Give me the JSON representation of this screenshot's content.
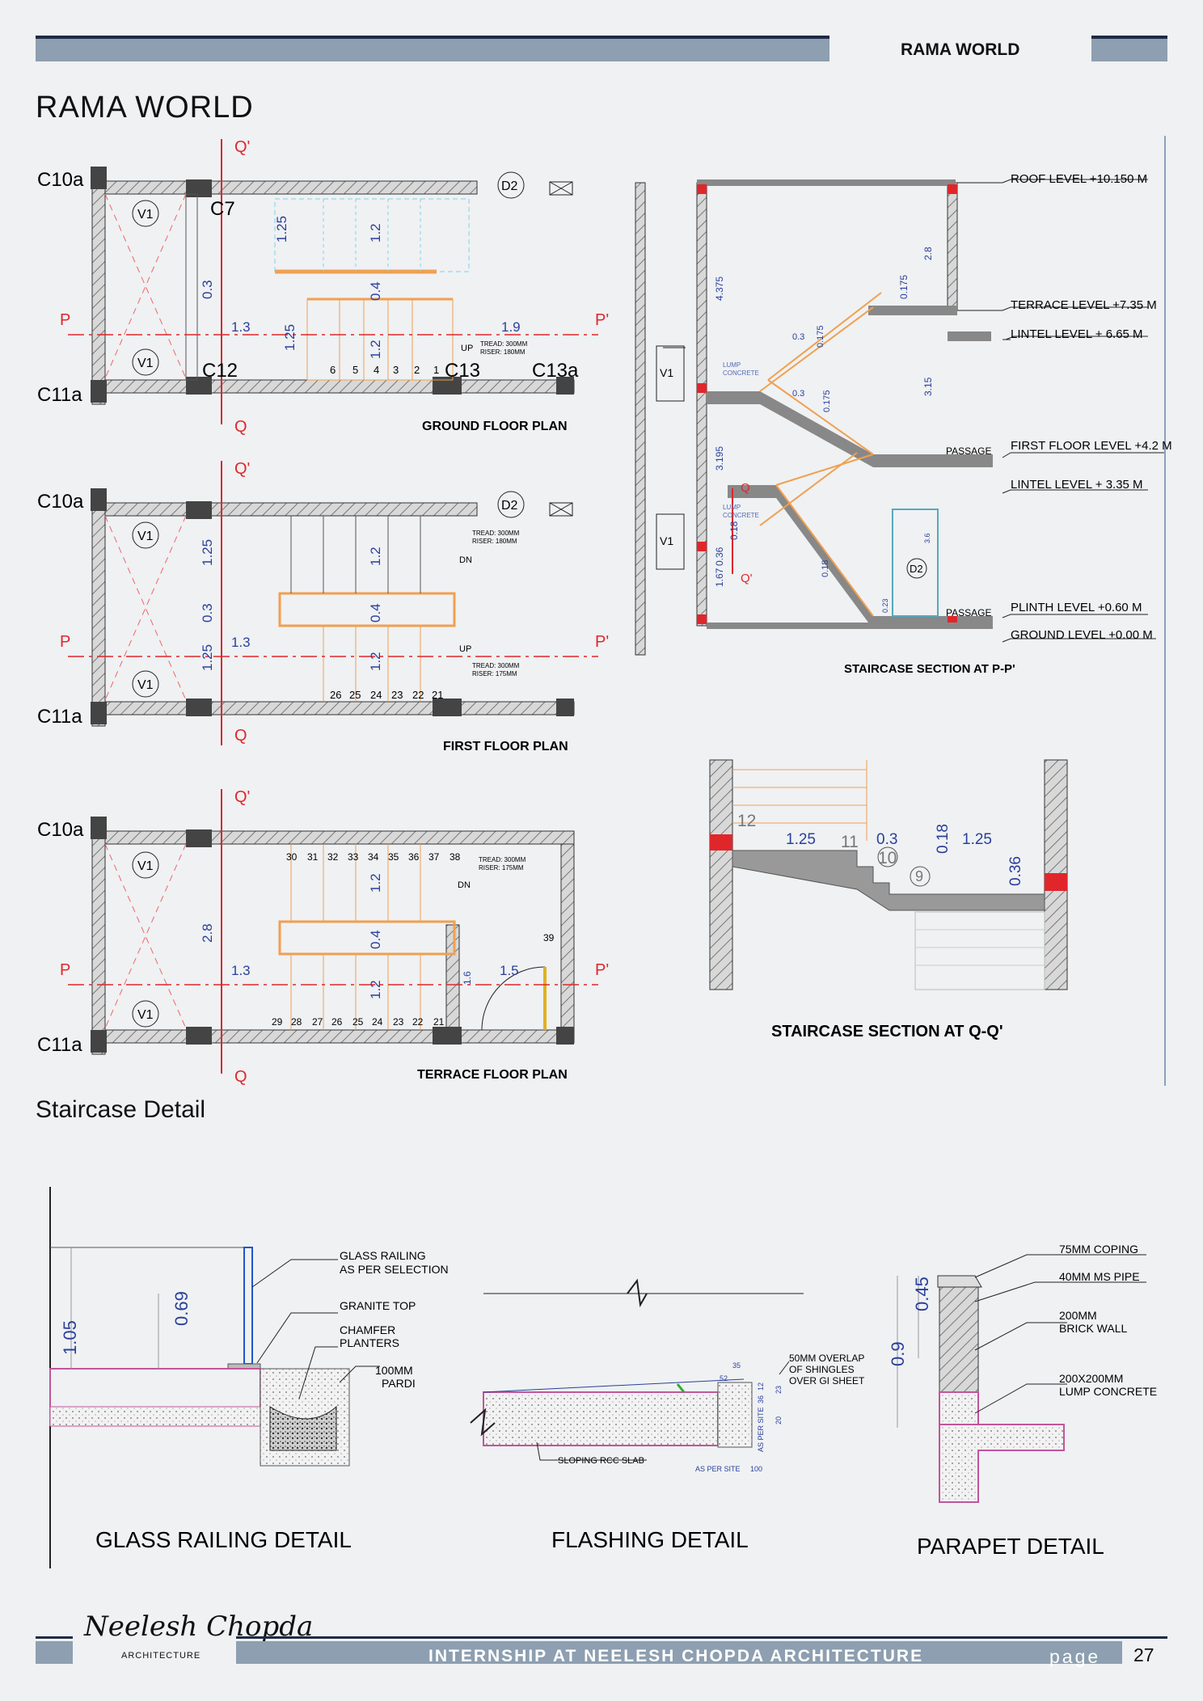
{
  "header": {
    "title": "RAMA WORLD"
  },
  "page_title": "RAMA WORLD",
  "section_title": "Staircase Detail",
  "plans": [
    {
      "title": "GROUND FLOOR PLAN",
      "stair_note": "UP",
      "tread_riser": [
        "TREAD: 300MM",
        "RISER: 180MM"
      ],
      "dims": [
        "1.3",
        "1.9",
        "1.25",
        "1.2",
        "0.3",
        "0.4",
        "1.25",
        "1.2"
      ],
      "column_tags": [
        "C10a",
        "C11a",
        "C7",
        "C12",
        "C13",
        "C13a"
      ],
      "step_numbers": [
        "6",
        "5",
        "4",
        "3",
        "2",
        "1"
      ]
    },
    {
      "title": "FIRST FLOOR PLAN",
      "stair_note": "UP",
      "stair_note_dn": "DN",
      "tread_riser_top": [
        "TREAD: 300MM",
        "RISER: 180MM"
      ],
      "tread_riser": [
        "TREAD: 300MM",
        "RISER: 175MM"
      ],
      "dims": [
        "1.3",
        "1.25",
        "0.3",
        "1.25",
        "1.2",
        "0.4",
        "1.2"
      ],
      "column_tags": [
        "C10a",
        "C11a"
      ],
      "step_numbers": [
        "26",
        "25",
        "24",
        "23",
        "22",
        "21"
      ]
    },
    {
      "title": "TERRACE FLOOR PLAN",
      "stair_note_dn": "DN",
      "tread_riser": [
        "TREAD: 300MM",
        "RISER: 175MM"
      ],
      "dims": [
        "1.3",
        "1.5",
        "2.8",
        "1.2",
        "0.4",
        "1.2",
        "1.6"
      ],
      "column_tags": [
        "C10a",
        "C11a"
      ],
      "step_numbers_top": [
        "30",
        "31",
        "32",
        "33",
        "34",
        "35",
        "36",
        "37",
        "38"
      ],
      "step_numbers_bottom": [
        "29",
        "28",
        "27",
        "26",
        "25",
        "24",
        "23",
        "22",
        "21"
      ],
      "landing_step": "39"
    }
  ],
  "markers": {
    "q_prime": "Q'",
    "q": "Q",
    "p": "P",
    "p_prime": "P'",
    "v1": "V1",
    "d2": "D2"
  },
  "section_pp": {
    "title": "STAIRCASE SECTION AT P-P'",
    "levels": [
      "ROOF  LEVEL +10.150 M",
      "TERRACE  LEVEL +7.35 M",
      "LINTEL LEVEL + 6.65 M",
      "FIRST FLOOR LEVEL +4.2 M",
      "LINTEL LEVEL + 3.35 M",
      "PLINTH LEVEL +0.60 M",
      "GROUND LEVEL +0.00 M"
    ],
    "passage": "PASSAGE",
    "lump_concrete": [
      "LUMP",
      "CONCRETE"
    ],
    "dims": [
      "4.375",
      "2.8",
      "0.175",
      "3.15",
      "3.195",
      "1.67",
      "0.36",
      "0.18",
      "0.3",
      "0.175",
      "0.3",
      "0.175",
      "0.18",
      "0.23",
      "3.6"
    ]
  },
  "section_qq": {
    "title": "STAIRCASE SECTION AT Q-Q'",
    "dims": [
      "1.25",
      "0.3",
      "0.18",
      "1.25",
      "0.36"
    ],
    "steps": [
      "12",
      "11",
      "10",
      "9"
    ]
  },
  "details": [
    {
      "title": "GLASS RAILING DETAIL",
      "labels": [
        "GLASS RAILING",
        "AS PER SELECTION",
        "GRANITE TOP",
        "CHAMFER",
        "PLANTERS",
        "100MM",
        "PARDI"
      ],
      "dims": [
        "1.05",
        "0.69"
      ]
    },
    {
      "title": "FLASHING DETAIL",
      "labels": [
        "50MM OVERLAP",
        "OF SHINGLES",
        "OVER GI SHEET",
        "SLOPING RCC SLAB"
      ],
      "dims": [
        "35",
        "52",
        "12",
        "36",
        "23",
        "20",
        "AS PER SITE",
        "AS PER SITE",
        "100"
      ]
    },
    {
      "title": "PARAPET DETAIL",
      "labels": [
        "75MM COPING",
        "40MM MS PIPE",
        "200MM",
        "BRICK WALL",
        "200X200MM",
        "LUMP CONCRETE"
      ],
      "dims": [
        "0.45",
        "0.9"
      ]
    }
  ],
  "footer": {
    "logo_name": "Neelesh Chopda",
    "logo_sub": "ARCHITECTURE",
    "text": "INTERNSHIP AT NEELESH CHOPDA ARCHITECTURE",
    "page_label": "page",
    "page_number": "27"
  },
  "colors": {
    "accent_bar": "#8d9fb0",
    "marker_red": "#e0262b",
    "dim_blue": "#2a3f9a",
    "stair_orange": "#f0a050",
    "wall_gray": "#888888",
    "magenta": "#c2559b"
  }
}
